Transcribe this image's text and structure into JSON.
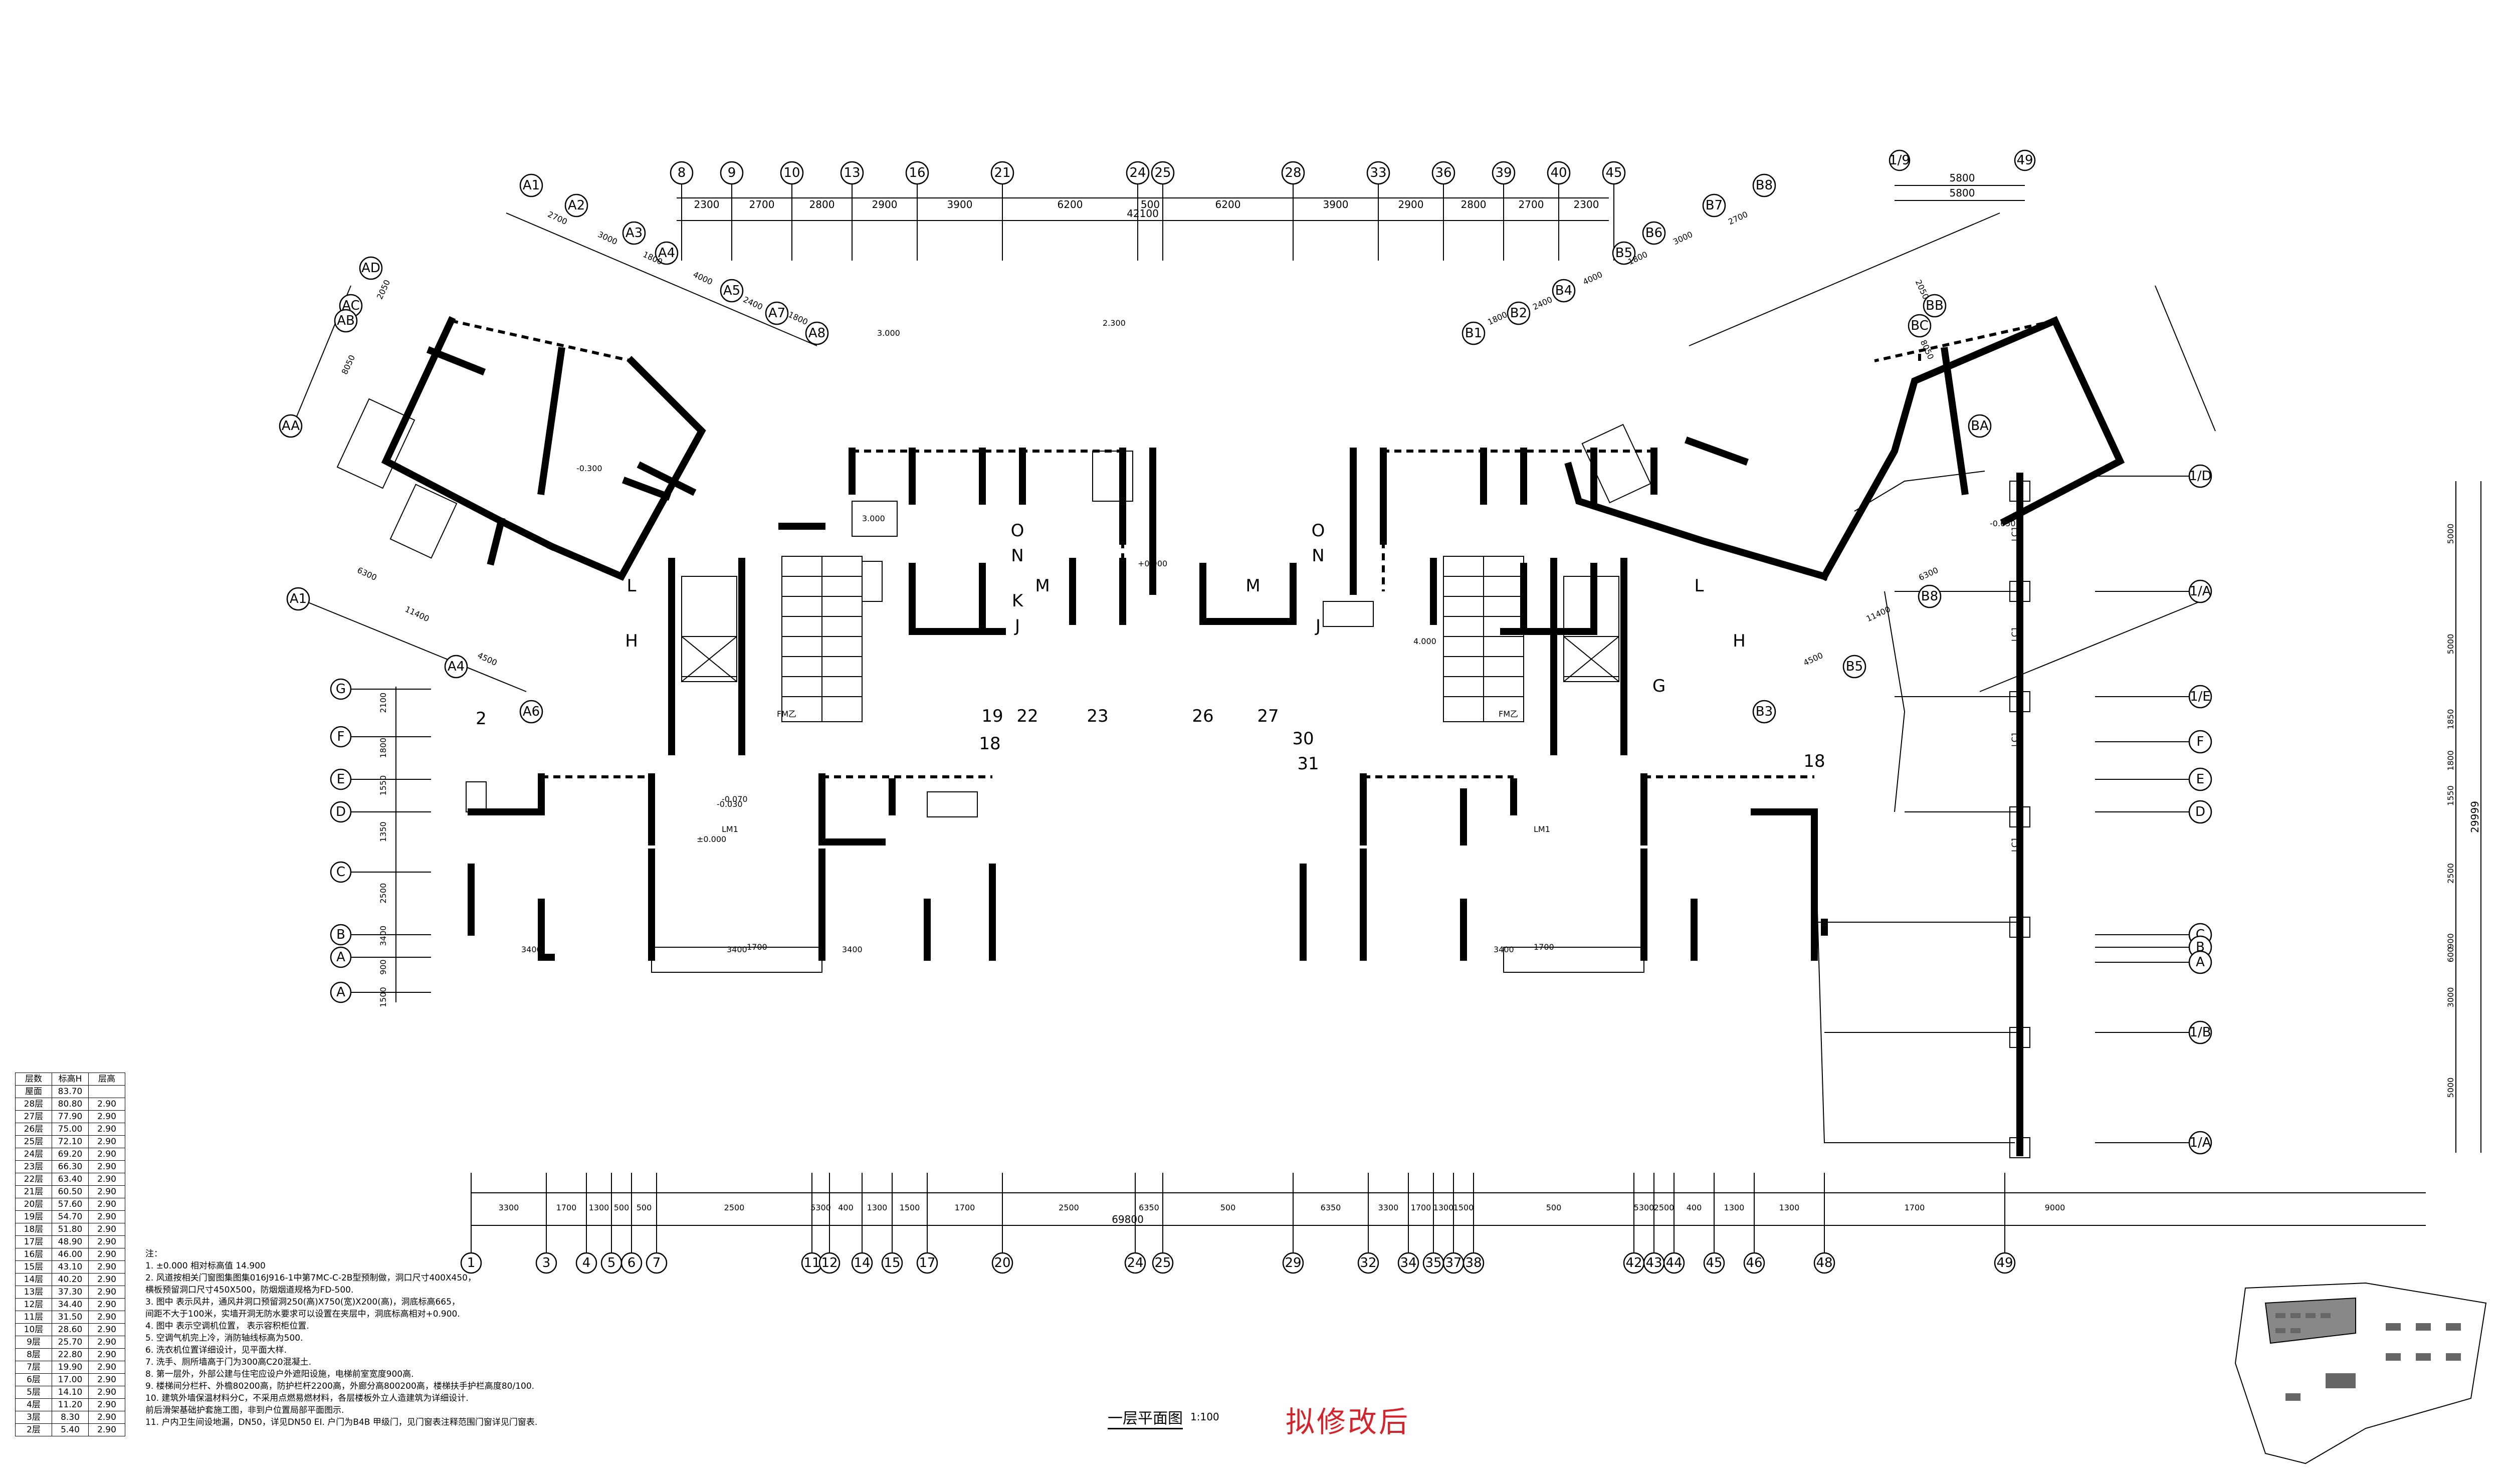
{
  "drawing": {
    "title": "一层平面图",
    "scale": "1:100",
    "revision_note": "拟修改后",
    "accent_color": "#d4232a",
    "line_color": "#000000"
  },
  "top_axes": [
    "8",
    "9",
    "10",
    "13",
    "16",
    "21",
    "24",
    "25",
    "28",
    "33",
    "36",
    "39",
    "40",
    "45"
  ],
  "top_dims": [
    "2300",
    "2700",
    "2800",
    "2900",
    "3900",
    "6200",
    "500",
    "6200",
    "3900",
    "2900",
    "2800",
    "2700",
    "2300"
  ],
  "top_total": "42100",
  "bottom_axes": [
    "1",
    "3",
    "4",
    "5",
    "6",
    "7",
    "11",
    "12",
    "14",
    "15",
    "17",
    "20",
    "24",
    "25",
    "29",
    "32",
    "34",
    "35",
    "37",
    "38",
    "42",
    "43",
    "44",
    "45",
    "46",
    "48",
    "49"
  ],
  "bottom_dims": [
    "3300",
    "1700",
    "1300",
    "500",
    "500",
    "2500",
    "5300",
    "400",
    "1300",
    "1500",
    "1700",
    "2500",
    "6350",
    "500",
    "6350",
    "3300",
    "1700",
    "1300",
    "1500",
    "500",
    "5300",
    "2500",
    "400",
    "1300",
    "1300",
    "1700",
    "9000"
  ],
  "bottom_total": "69800",
  "left_axes": [
    "G",
    "F",
    "E",
    "D",
    "C",
    "B",
    "A",
    "A"
  ],
  "left_dims": [
    "2100",
    "1800",
    "1550",
    "1350",
    "2500",
    "3400",
    "900",
    "1500"
  ],
  "right_axes": [
    "1/D",
    "1/A",
    "1/E",
    "F",
    "E",
    "D",
    "C",
    "B",
    "A",
    "1/B",
    "1/A"
  ],
  "right_dims": [
    "5000",
    "5000",
    "1850",
    "1800",
    "1550",
    "2500",
    "900",
    "600",
    "3000",
    "5000"
  ],
  "right_total": "29999",
  "top_right_dims": [
    "5800",
    "5800"
  ],
  "top_right_axes": [
    "1/9",
    "49"
  ],
  "left_wing_axes": [
    "A1",
    "A2",
    "A3",
    "A4",
    "A5",
    "A7",
    "A8",
    "AD",
    "AC",
    "AB",
    "AA",
    "A1",
    "A4",
    "A6"
  ],
  "left_wing_dims": [
    "2700",
    "3000",
    "1800",
    "4000",
    "2400",
    "1800",
    "2050",
    "8050",
    "6300",
    "11400",
    "4500"
  ],
  "right_wing_axes": [
    "B1",
    "B2",
    "B4",
    "B5",
    "B6",
    "B7",
    "B8",
    "BC",
    "BB",
    "BA",
    "B8",
    "B5",
    "B3"
  ],
  "right_wing_dims": [
    "1800",
    "2400",
    "4000",
    "1800",
    "3000",
    "2700",
    "8050",
    "2050",
    "6300",
    "11400",
    "4500"
  ],
  "room_letters": [
    "O",
    "N",
    "M",
    "K",
    "J",
    "O",
    "N",
    "M",
    "J",
    "L",
    "H",
    "L",
    "H",
    "G",
    "2"
  ],
  "room_numbers": [
    "19",
    "22",
    "23",
    "26",
    "27",
    "18",
    "30",
    "31",
    "18"
  ],
  "elevation_tags": [
    "-0.300",
    "±0.000",
    "-0.030",
    "-0.070",
    "-0.650",
    "+0.900"
  ],
  "door_tags": [
    "LM1",
    "LM1",
    "FM乙",
    "FM乙",
    "LC1",
    "LC1",
    "LC1",
    "LC1"
  ],
  "dim_labels": [
    "3400",
    "3400",
    "3400",
    "3400",
    "1700",
    "1700",
    "4.000",
    "2.300",
    "3.000",
    "3.000"
  ],
  "floor_table": {
    "headers": [
      "层数",
      "标高H",
      "层高"
    ],
    "rows": [
      [
        "屋面",
        "83.70",
        ""
      ],
      [
        "28层",
        "80.80",
        "2.90"
      ],
      [
        "27层",
        "77.90",
        "2.90"
      ],
      [
        "26层",
        "75.00",
        "2.90"
      ],
      [
        "25层",
        "72.10",
        "2.90"
      ],
      [
        "24层",
        "69.20",
        "2.90"
      ],
      [
        "23层",
        "66.30",
        "2.90"
      ],
      [
        "22层",
        "63.40",
        "2.90"
      ],
      [
        "21层",
        "60.50",
        "2.90"
      ],
      [
        "20层",
        "57.60",
        "2.90"
      ],
      [
        "19层",
        "54.70",
        "2.90"
      ],
      [
        "18层",
        "51.80",
        "2.90"
      ],
      [
        "17层",
        "48.90",
        "2.90"
      ],
      [
        "16层",
        "46.00",
        "2.90"
      ],
      [
        "15层",
        "43.10",
        "2.90"
      ],
      [
        "14层",
        "40.20",
        "2.90"
      ],
      [
        "13层",
        "37.30",
        "2.90"
      ],
      [
        "12层",
        "34.40",
        "2.90"
      ],
      [
        "11层",
        "31.50",
        "2.90"
      ],
      [
        "10层",
        "28.60",
        "2.90"
      ],
      [
        "9层",
        "25.70",
        "2.90"
      ],
      [
        "8层",
        "22.80",
        "2.90"
      ],
      [
        "7层",
        "19.90",
        "2.90"
      ],
      [
        "6层",
        "17.00",
        "2.90"
      ],
      [
        "5层",
        "14.10",
        "2.90"
      ],
      [
        "4层",
        "11.20",
        "2.90"
      ],
      [
        "3层",
        "8.30",
        "2.90"
      ],
      [
        "2层",
        "5.40",
        "2.90"
      ]
    ]
  },
  "notes": [
    "注：",
    "1. ±0.000  相对标高值   14.900",
    "2. 风道按相关门窗图集图集016J916-1中第7MC-C-2B型预制做，洞口尺寸400X450，",
    "   横板预留洞口尺寸450X500，防烟烟道规格为FD-500.",
    "3. 图中     表示风井，通风井洞口预留洞250(高)X750(宽)X200(高)，洞底标高665，",
    "   间距不大于100米，实墙开洞无防水要求可以设置在夹层中，洞底标高相对+0.900.",
    "4. 图中   表示空调机位置，    表示容积柜位置.",
    "5. 空调气机完上冷，消防轴线标高为500.",
    "6. 洗衣机位置详细设计，见平面大样.",
    "7. 洗手、厕所墙高于门为300高C20混凝土.",
    "8. 第一层外，外部公建与住宅应设户外遮阳设施，电梯前室宽度900高.",
    "9. 楼梯间分栏杆、外檐80200高，防护栏杆2200高，外廊分高800200高，楼梯扶手护栏高度80/100.",
    "10. 建筑外墙保温材料分C，不采用点燃易燃材料，各层楼板外立人造建筑为详细设计.",
    "    前后滑架基础护套施工图，非到户位置局部平面图示.",
    "11. 户内卫生间设地漏，DN50，详见DN50 EI.  户门为B4B 甲级门，见门窗表注释范围门窗详见门窗表."
  ]
}
